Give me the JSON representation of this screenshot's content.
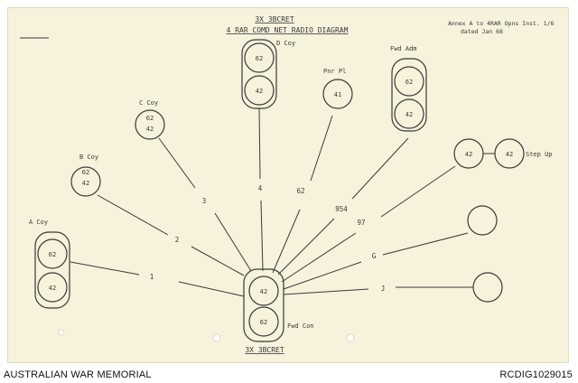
{
  "document": {
    "heading_line1": "3X 3BCRET",
    "heading_line2": "4 RAR  COMD NET RADIO DIAGRAM",
    "annex_line1": "Annex A to 4RAR Opns Inst. 1/6",
    "annex_line2": "dated  Jan 68",
    "bottom_label": "3X 3BCRET"
  },
  "footer": {
    "left": "AUSTRALIAN WAR MEMORIAL",
    "right": "RCDIG1029015"
  },
  "stations": [
    {
      "name": "A Coy",
      "sets": [
        "62",
        "42"
      ]
    },
    {
      "name": "B Coy",
      "sets": [
        "62",
        "42"
      ]
    },
    {
      "name": "C Coy",
      "sets": [
        "62",
        "42"
      ]
    },
    {
      "name": "D Coy",
      "sets": [
        "62",
        "42"
      ]
    },
    {
      "name": "Pnr Pl",
      "sets": [
        "41"
      ]
    },
    {
      "name": "Fwd Adm",
      "sets": [
        "62",
        "42"
      ]
    },
    {
      "name": "",
      "sets": [
        "42"
      ]
    },
    {
      "name": "Step Up",
      "sets": [
        "42"
      ]
    },
    {
      "name": "",
      "sets": []
    },
    {
      "name": "",
      "sets": []
    },
    {
      "name": "Fwd Con",
      "sets": [
        "42",
        "62"
      ]
    }
  ],
  "links": [
    "1",
    "2",
    "3",
    "4",
    "62",
    "954",
    "97",
    "G",
    "J"
  ]
}
